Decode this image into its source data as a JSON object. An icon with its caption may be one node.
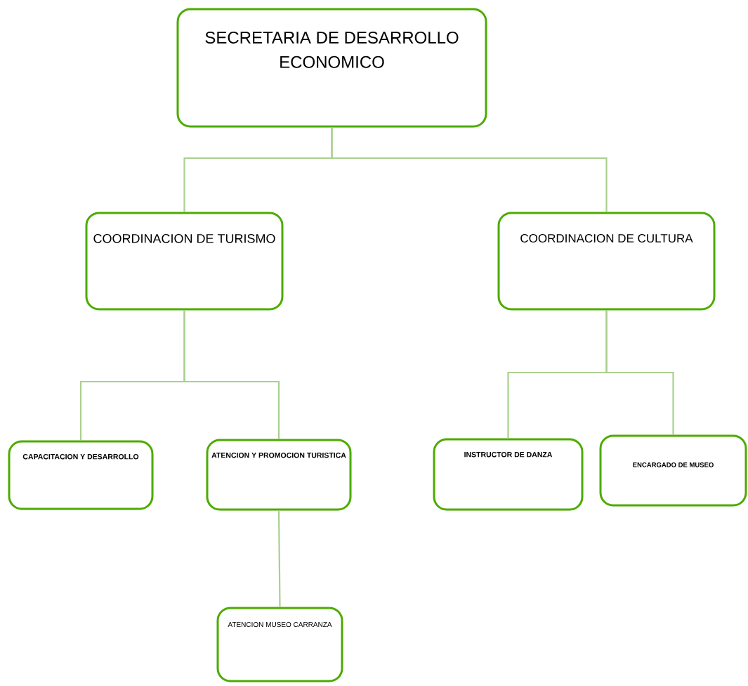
{
  "diagram": {
    "nodes": [
      {
        "text": [
          "SECRETARIA DE DESARROLLO ECONOMICO"
        ]
      },
      {
        "text": [
          "COORDINACION DE TURISMO"
        ]
      },
      {
        "text": [
          "COORDINACION DE CULTURA"
        ]
      },
      {
        "text": [
          "CAPACITACION Y DESARROLLO"
        ]
      },
      {
        "text": [
          "ATENCION Y PROMOCION TURISTICA"
        ]
      },
      {
        "text": [
          "INSTRUCTOR DE DANZA"
        ]
      },
      {
        "text": [
          "ENCARGADO DE MUSEO"
        ]
      },
      {
        "text": [
          "ATENCION MUSEO CARRANZA"
        ]
      }
    ],
    "edges": [
      {
        "from": 0,
        "to": 1,
        "arrow": "none"
      },
      {
        "from": 0,
        "to": 2,
        "arrow": "none"
      },
      {
        "from": 1,
        "to": 3,
        "arrow": "none"
      },
      {
        "from": 1,
        "to": 4,
        "arrow": "none"
      },
      {
        "from": 2,
        "to": 5,
        "arrow": "none"
      },
      {
        "from": 2,
        "to": 6,
        "arrow": "none"
      },
      {
        "from": 4,
        "to": 7,
        "arrow": "none"
      }
    ]
  }
}
